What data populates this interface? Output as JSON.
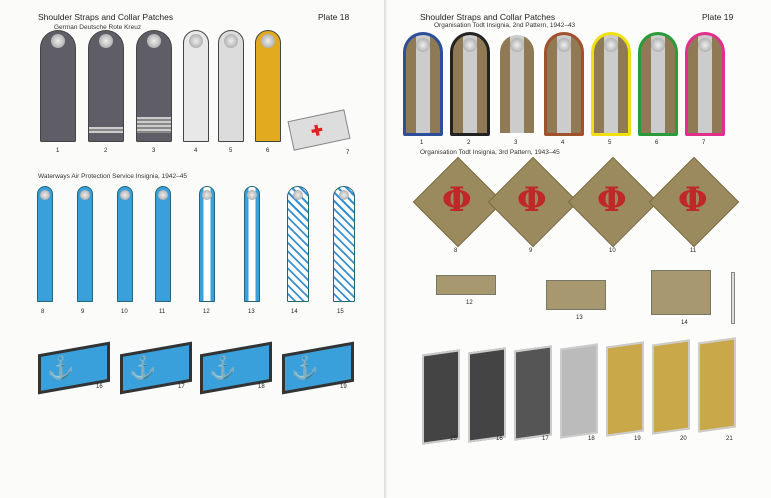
{
  "left_page": {
    "header": "Shoulder Straps and Collar Patches",
    "plate": "Plate 18",
    "section1": "German Deutsche Rote Kreuz",
    "section2": "Waterways Air Protection Service Insignia, 1942–45",
    "items": [
      "1",
      "2",
      "3",
      "4",
      "5",
      "6",
      "7",
      "8",
      "9",
      "10",
      "11",
      "12",
      "13",
      "14",
      "15",
      "16",
      "17",
      "18",
      "19"
    ]
  },
  "right_page": {
    "header": "Shoulder Straps and Collar Patches",
    "plate": "Plate 19",
    "section1": "Organisation Todt Insignia, 2nd Pattern, 1942–43",
    "section2": "Organisation Todt Insignia, 3rd Pattern, 1943–45",
    "items": [
      "1",
      "2",
      "3",
      "4",
      "5",
      "6",
      "7",
      "8",
      "9",
      "10",
      "11",
      "12",
      "13",
      "14",
      "15",
      "16",
      "17",
      "18",
      "19",
      "20",
      "21"
    ]
  },
  "colors": {
    "drk_grey": "#6b6a72",
    "gold": "#e0a820",
    "blue": "#3aa0dc",
    "ot_brown": "#8f7a55",
    "silver": "#c9c9c9"
  }
}
